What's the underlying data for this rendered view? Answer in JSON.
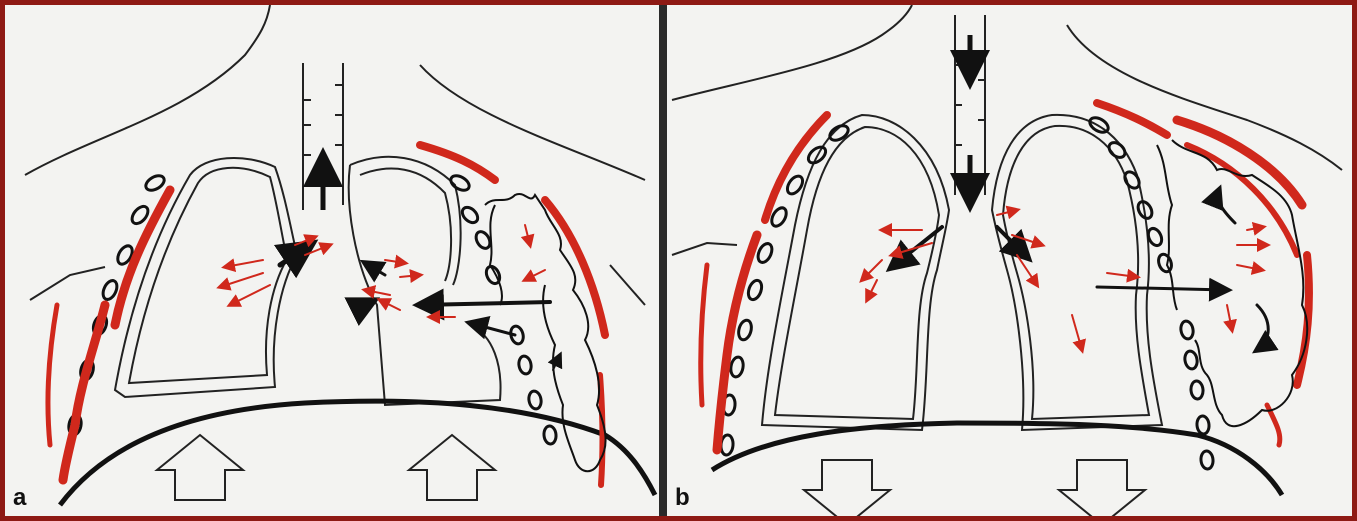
{
  "figure": {
    "panels": [
      {
        "id": "a",
        "label": "a",
        "diaphragm_direction": "up"
      },
      {
        "id": "b",
        "label": "b",
        "diaphragm_direction": "down"
      }
    ],
    "colors": {
      "frame": "#8e1a14",
      "ink": "#111111",
      "red_ink": "#d0281c",
      "paper": "#f3f3f1",
      "divider": "#2a2a2a"
    }
  }
}
